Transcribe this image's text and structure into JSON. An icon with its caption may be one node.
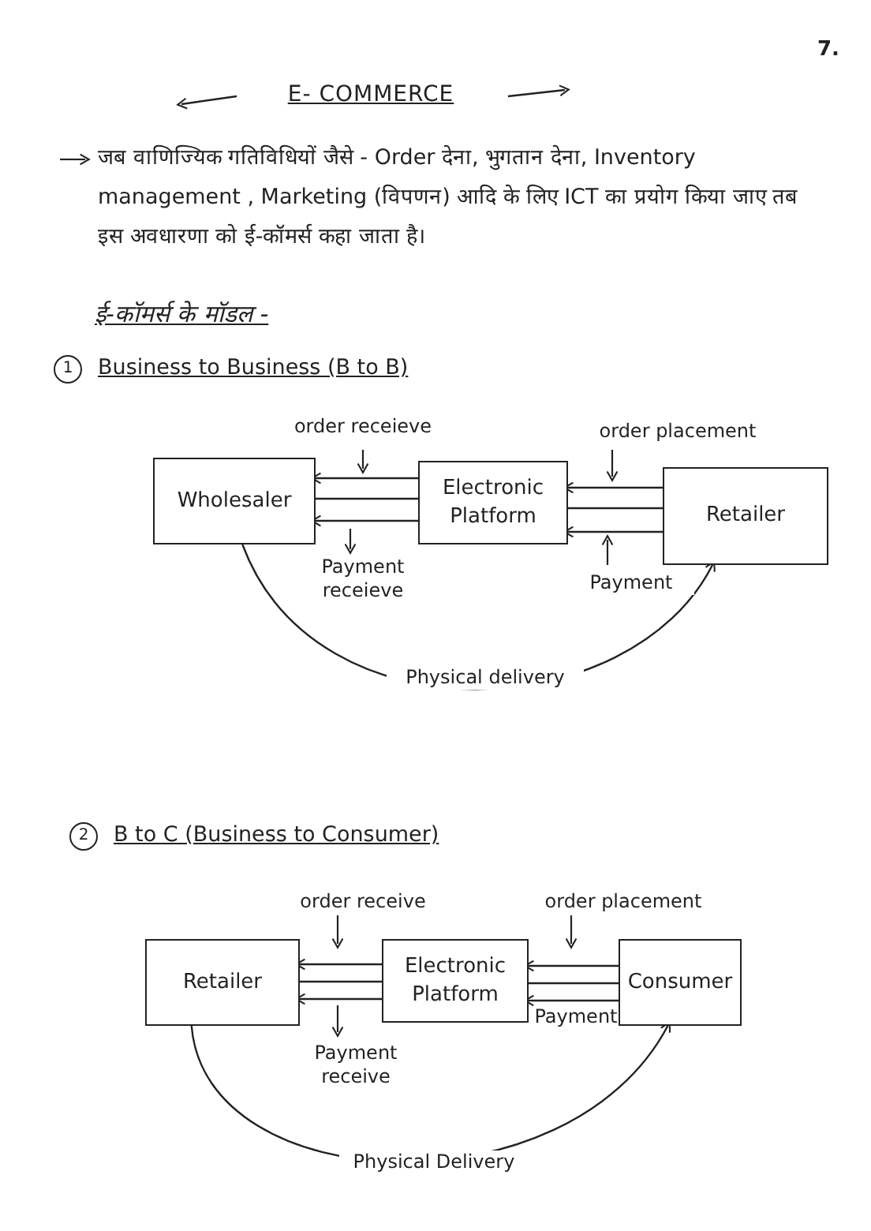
{
  "diagram": {
    "title": "E- COMMERCE",
    "nodes": [
      {
        "text": [
          "Wholesaler"
        ]
      },
      {
        "text": [
          "Electronic Platform"
        ]
      },
      {
        "text": [
          "Retailer"
        ]
      },
      {
        "text": [
          "Retailer"
        ]
      },
      {
        "text": [
          "Electronic Platform"
        ]
      },
      {
        "text": [
          "Consumer"
        ]
      }
    ],
    "edges": [
      {
        "from": 1,
        "to": 0,
        "arrow": "to",
        "label": "order receieve"
      },
      {
        "from": 1,
        "to": 0,
        "arrow": "none"
      },
      {
        "from": 1,
        "to": 0,
        "arrow": "to",
        "label": "Payment receieve"
      },
      {
        "from": 2,
        "to": 1,
        "arrow": "to",
        "label": "order placement"
      },
      {
        "from": 2,
        "to": 1,
        "arrow": "none"
      },
      {
        "from": 2,
        "to": 1,
        "arrow": "to",
        "label": "Payment"
      },
      {
        "from": 0,
        "to": 2,
        "arrow": "to",
        "label": "Physical delivery"
      },
      {
        "from": 4,
        "to": 3,
        "arrow": "to",
        "label": "order receive"
      },
      {
        "from": 4,
        "to": 3,
        "arrow": "none"
      },
      {
        "from": 4,
        "to": 3,
        "arrow": "to",
        "label": "Payment receive"
      },
      {
        "from": 5,
        "to": 4,
        "arrow": "to",
        "label": "order placement"
      },
      {
        "from": 5,
        "to": 4,
        "arrow": "none"
      },
      {
        "from": 5,
        "to": 4,
        "arrow": "to",
        "label": "Payment"
      },
      {
        "from": 3,
        "to": 5,
        "arrow": "to",
        "label": "Physical Delivery"
      }
    ],
    "labels": [
      "7.",
      "जब वाणिज्यिक गतिविधियों जैसे - Order देना, भुगतान देना, Inventory management , Marketing (विपणन) आदि के लिए ICT का प्रयोग किया जाए तब इस अवधारणा को ई-कॉमर्स कहा जाता है।",
      "ई-कॉमर्स के मॉडल -",
      "1",
      "Business to Business (B to B)",
      "2",
      "B to C (Business to Consumer)"
    ]
  }
}
